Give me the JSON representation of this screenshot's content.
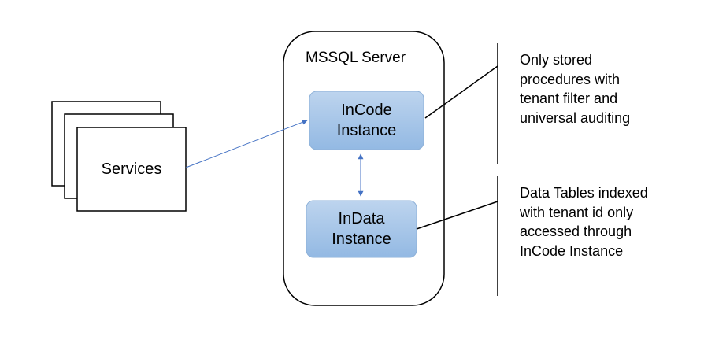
{
  "services": {
    "label": "Services"
  },
  "server": {
    "title": "MSSQL Server"
  },
  "incode": {
    "line1": "InCode",
    "line2": "Instance"
  },
  "indata": {
    "line1": "InData",
    "line2": "Instance"
  },
  "notes": {
    "incode": [
      "Only stored",
      "procedures with",
      "tenant filter and",
      "universal auditing"
    ],
    "indata": [
      "Data Tables indexed",
      "with tenant id only",
      "accessed through",
      "InCode Instance"
    ]
  },
  "colors": {
    "node_fill_top": "#bdd4ee",
    "node_fill_bottom": "#93b9e3",
    "node_stroke": "#8eb1d8",
    "arrow": "#4472c4"
  }
}
